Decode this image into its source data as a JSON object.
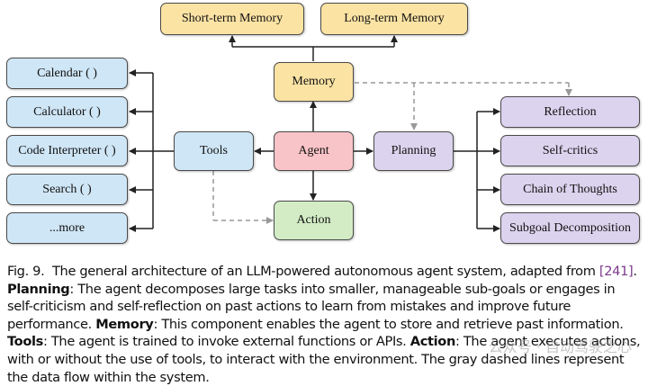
{
  "diagram": {
    "nodes": {
      "short_term_memory": "Short-term Memory",
      "long_term_memory": "Long-term Memory",
      "memory": "Memory",
      "agent": "Agent",
      "tools": "Tools",
      "planning": "Planning",
      "action": "Action",
      "calendar": "Calendar ( )",
      "calculator": "Calculator ( )",
      "code_interpreter": "Code Interpreter ( )",
      "search": "Search ( )",
      "more": "...more",
      "reflection": "Reflection",
      "self_critics": "Self-critics",
      "chain_of_thoughts": "Chain of Thoughts",
      "subgoal_decomposition": "Subgoal Decomposition"
    },
    "colors": {
      "memory_fill": "#fbe3a4",
      "agent_fill": "#f9c4c8",
      "tools_fill": "#cfe6f6",
      "planning_fill": "#dcd3ee",
      "action_fill": "#d3ecc6",
      "solid_edge": "#222222",
      "dashed_edge": "#999999"
    }
  },
  "caption": {
    "fig_label": "Fig. 9.",
    "intro": "The general architecture of an LLM-powered autonomous agent system, adapted from",
    "ref": "[241]",
    "planning_term": "Planning",
    "planning_desc": ": The agent decomposes large tasks into smaller, manageable sub-goals or engages in self-criticism and self-reflection on past actions to learn from mistakes and improve future performance.",
    "memory_term": "Memory",
    "memory_desc": ": This component enables the agent to store and retrieve past information.",
    "tools_term": "Tools",
    "tools_desc": ": The agent is trained to invoke external functions or APIs.",
    "action_term": "Action",
    "action_desc": ": The agent executes actions, with or without the use of tools, to interact with the environment. The gray dashed lines represent the data flow within the system."
  },
  "watermark": "公众号 · 自动驾驶之心"
}
